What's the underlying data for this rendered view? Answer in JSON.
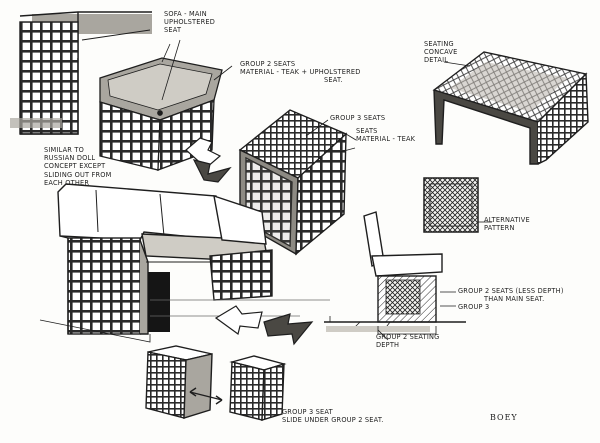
{
  "notes": {
    "sofa": [
      "Sofa - Main",
      "Upholstered",
      "Seat"
    ],
    "group2": [
      "Group 2 Seats",
      "Material - Teak + Upholstered",
      "Seat."
    ],
    "seating_concave": [
      "Seating",
      "Concave",
      "Detail"
    ],
    "group3": [
      "Group 3 Seats",
      "Seats",
      "Material - Teak"
    ],
    "russian_doll": [
      "Similar to",
      "Russian Doll",
      "concept except",
      "sliding out from",
      "each other"
    ],
    "alt_pattern": [
      "Alternative",
      "Pattern"
    ],
    "group2_less_depth": [
      "Group 2 Seats (Less Depth)",
      "than main seat."
    ],
    "group3_label": "Group 3",
    "group2_seating_depth": [
      "Group 2 Seating",
      "Depth"
    ],
    "group3_slide": [
      "Group 3 Seat",
      "Slide under Group 2 Seat."
    ],
    "signature": "Boey"
  },
  "colors": {
    "ink": "#1e1e1e",
    "marker_grey": "#a9a69f",
    "marker_light": "#cfccc5",
    "marker_dark": "#4a4843"
  }
}
